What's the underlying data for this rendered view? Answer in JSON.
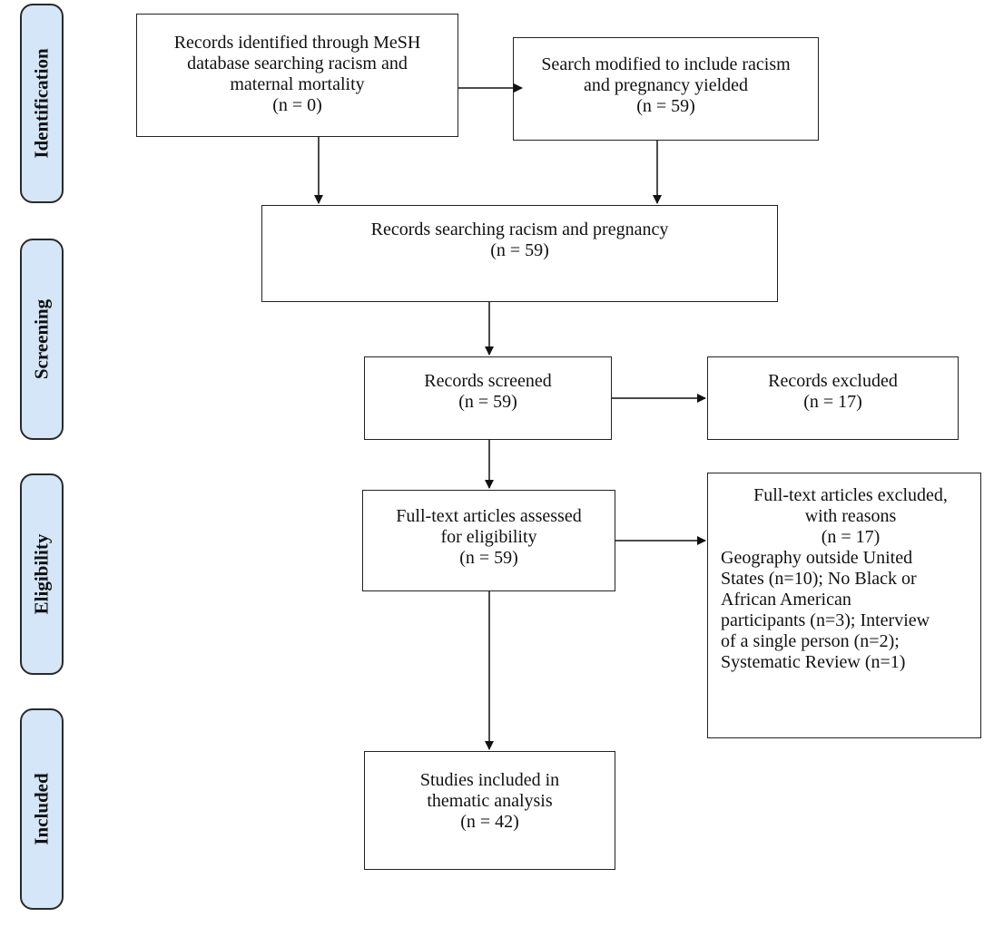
{
  "stages": [
    {
      "id": "identification",
      "label": "Identification"
    },
    {
      "id": "screening",
      "label": "Screening"
    },
    {
      "id": "eligibility",
      "label": "Eligibility"
    },
    {
      "id": "included",
      "label": "Included"
    }
  ],
  "boxes": {
    "mesh_search": {
      "lines": [
        "Records identified through MeSH",
        "database searching racism and",
        "maternal mortality",
        "(n = 0)"
      ]
    },
    "modified_search": {
      "lines": [
        "Search modified to include racism",
        "and pregnancy yielded",
        "(n = 59)"
      ]
    },
    "records_searching": {
      "lines": [
        "Records searching racism and pregnancy",
        "(n = 59)"
      ]
    },
    "records_screened": {
      "lines": [
        "Records screened",
        "(n = 59)"
      ]
    },
    "records_excluded": {
      "lines": [
        "Records excluded",
        "(n = 17)"
      ]
    },
    "full_text_assessed": {
      "lines": [
        "Full-text articles assessed",
        "for eligibility",
        "(n = 59)"
      ]
    },
    "full_text_excluded": {
      "header_lines": [
        "Full-text articles excluded,",
        "with reasons",
        "(n = 17)"
      ],
      "reason_lines": [
        "Geography outside United",
        "States (n=10); No Black or",
        "African American",
        "participants (n=3); Interview",
        "of a single person (n=2);",
        "Systematic Review (n=1)"
      ]
    },
    "studies_included": {
      "lines": [
        "Studies included in",
        "thematic analysis",
        "(n = 42)"
      ]
    }
  }
}
